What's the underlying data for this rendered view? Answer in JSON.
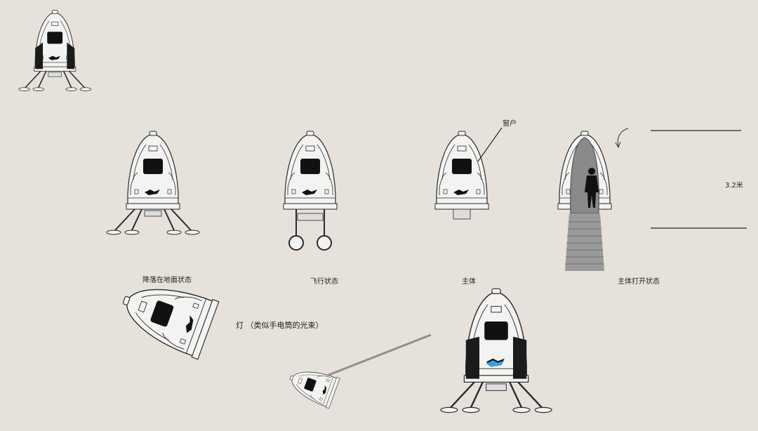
{
  "labels": {
    "landed": "降落在地面状态",
    "flight": "飞行状态",
    "body": "主体",
    "open": "主体打开状态",
    "window": "窗户",
    "height": "3.2米",
    "light": "灯 （类似手电筒的光束）"
  },
  "colors": {
    "background": "#e6e2db",
    "line": "#2a2a2a",
    "hull_light": "#f3f3f1",
    "hull_dark": "#1b1b1b",
    "logo_blue": "#3aa0e0"
  },
  "icons": {
    "arrow": "curved-down-arrow-icon",
    "person": "person-silhouette-icon",
    "logo": "bird-logo-icon"
  }
}
